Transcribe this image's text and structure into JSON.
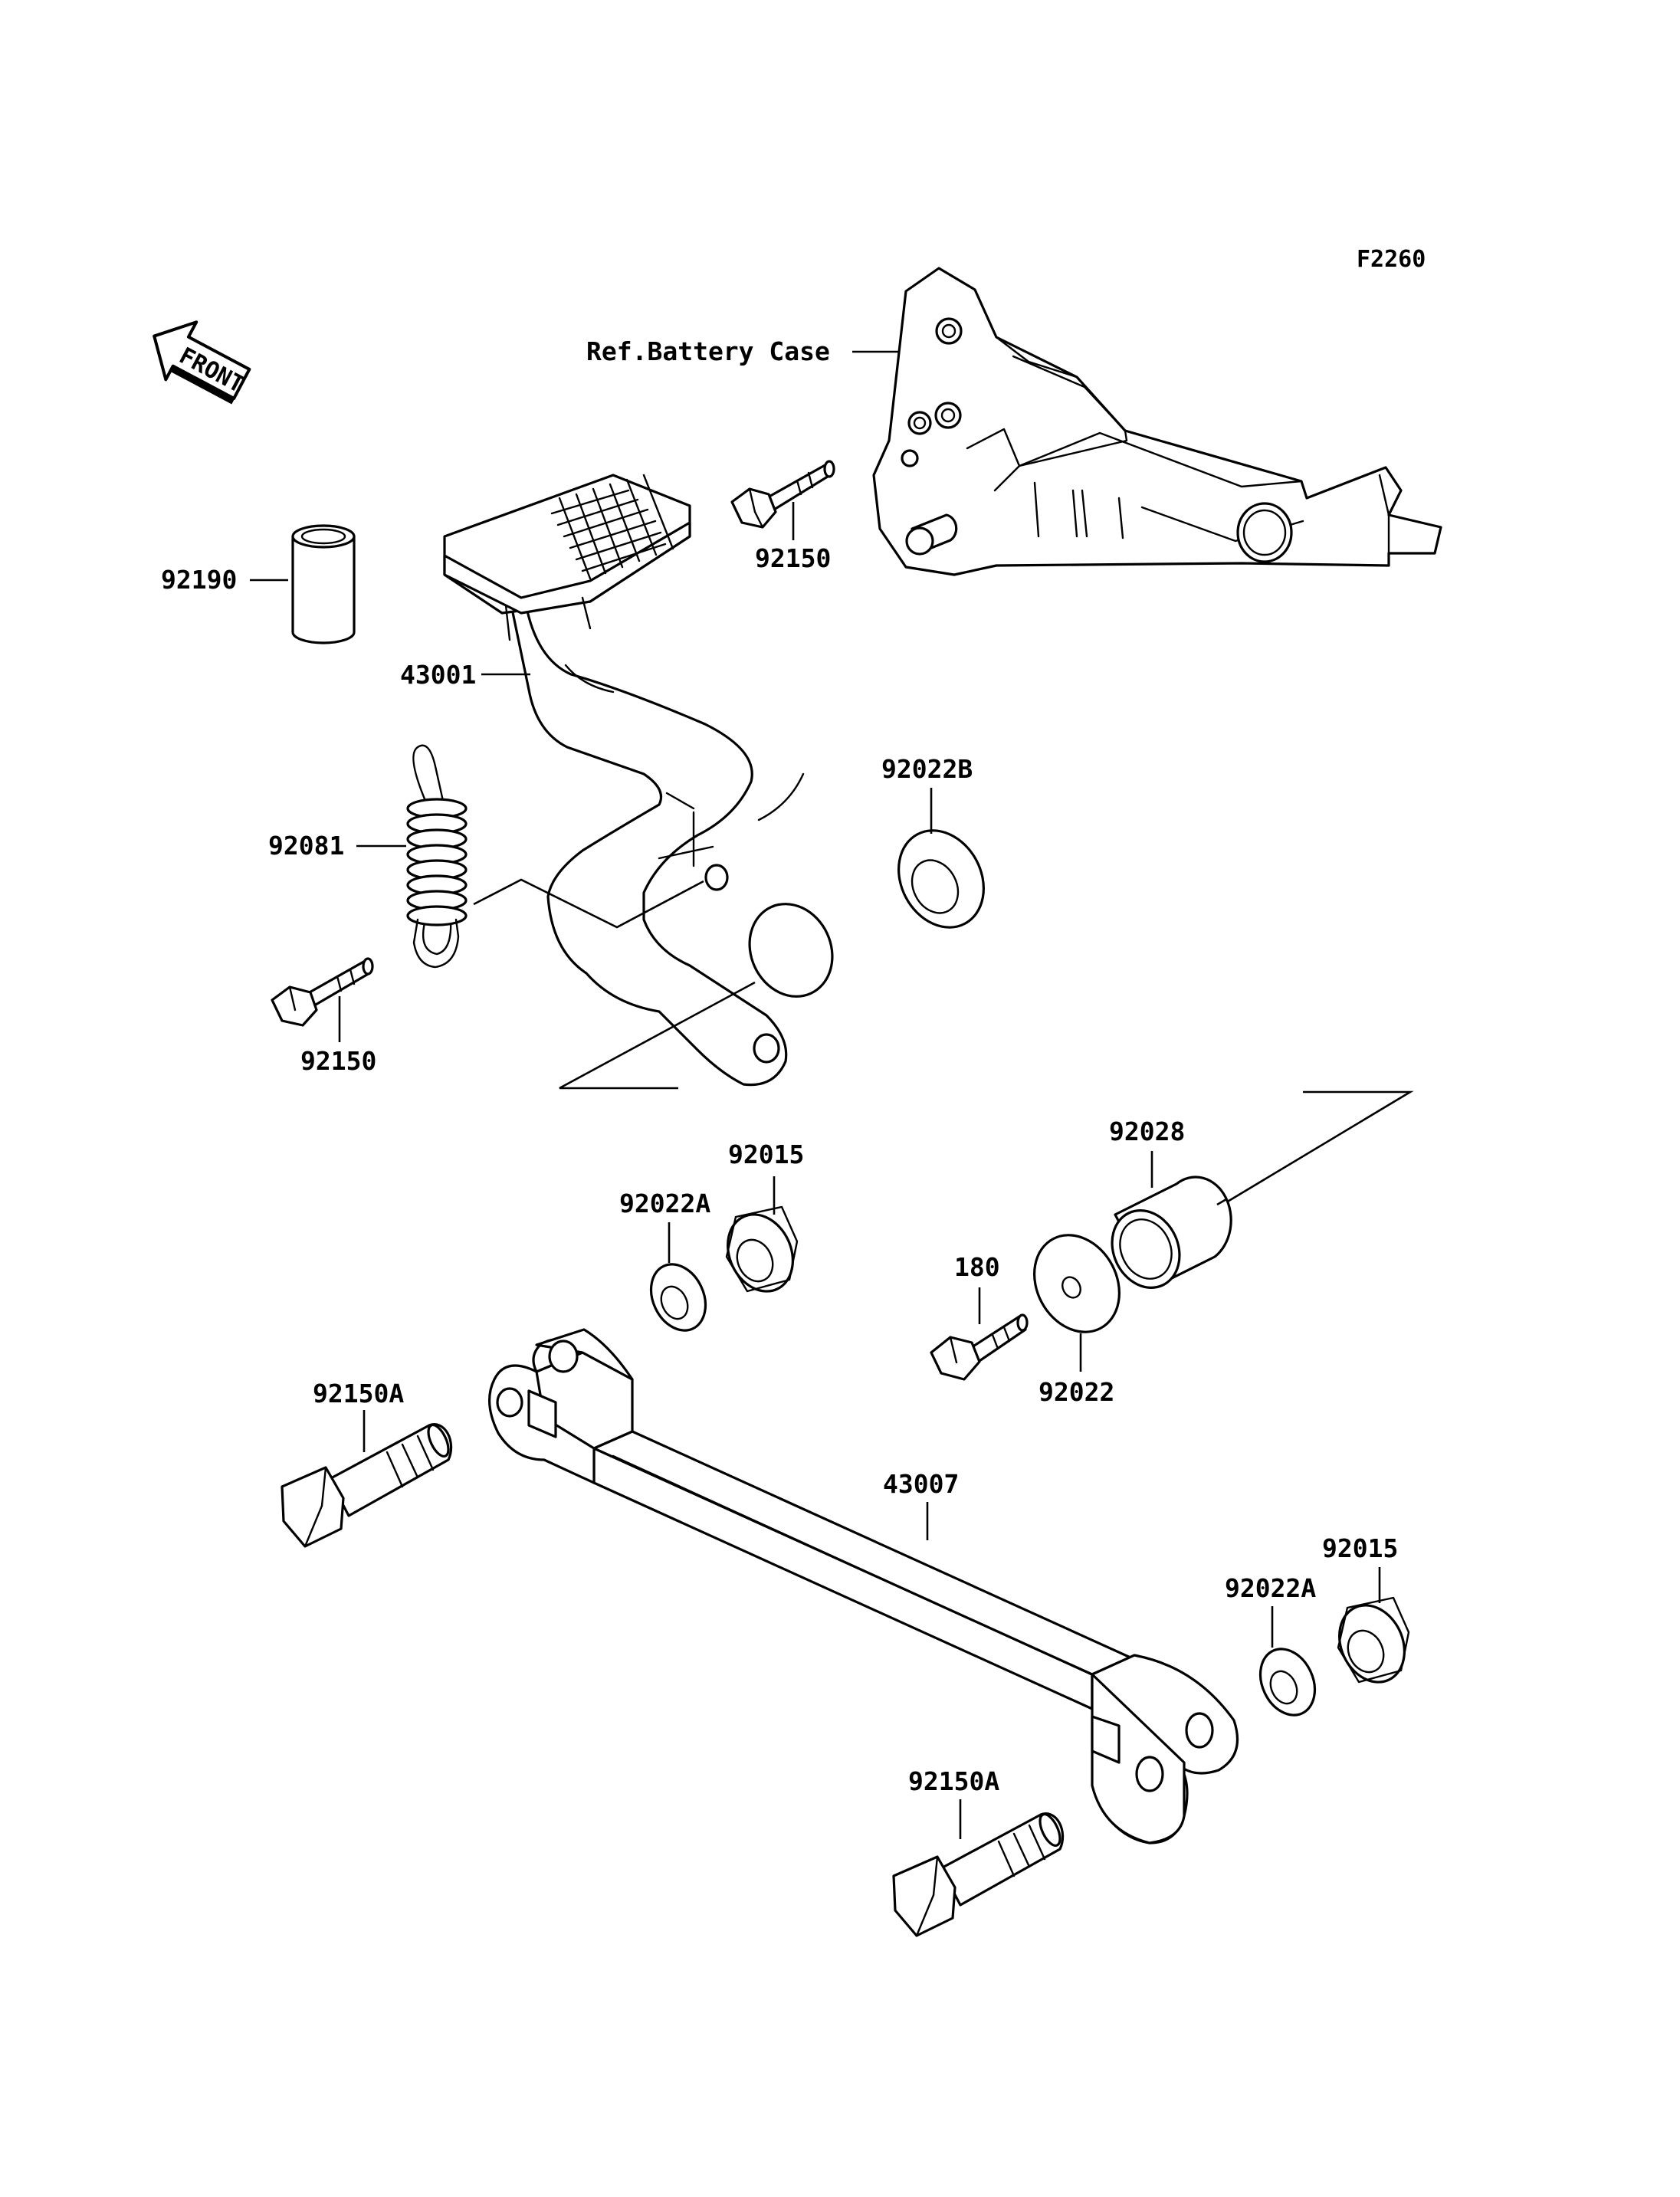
{
  "figure_code": "F2260",
  "front_label": "FRONT",
  "ref_label": "Ref.Battery Case",
  "parts": {
    "p92190": "92190",
    "p92150_top": "92150",
    "p43001": "43001",
    "p92081": "92081",
    "p92022B": "92022B",
    "p92150_left": "92150",
    "p92015_a": "92015",
    "p92022A_a": "92022A",
    "p92028": "92028",
    "p180": "180",
    "p92022": "92022",
    "p92150A_a": "92150A",
    "p43007": "43007",
    "p92015_b": "92015",
    "p92022A_b": "92022A",
    "p92150A_b": "92150A"
  }
}
